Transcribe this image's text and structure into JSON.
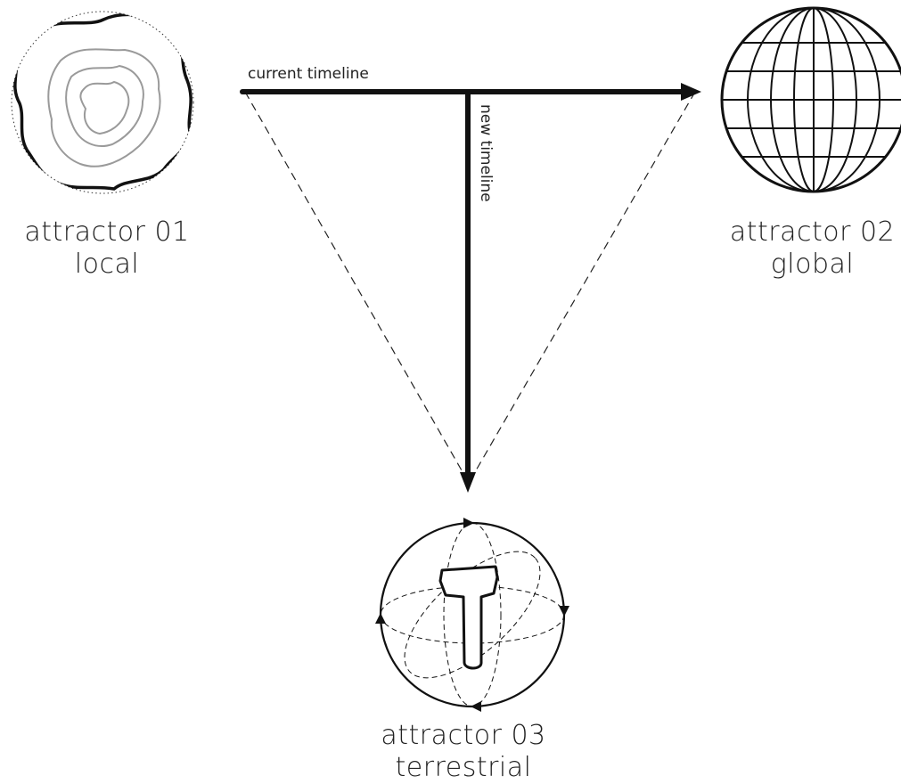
{
  "edges": {
    "current": {
      "label": "current timeline"
    },
    "new": {
      "label": "new timeline"
    }
  },
  "attractors": [
    {
      "id": "attractor-01",
      "line1": "attractor 01",
      "line2": "local",
      "icon": "topographic-map-icon"
    },
    {
      "id": "attractor-02",
      "line1": "attractor 02",
      "line2": "global",
      "icon": "globe-icon"
    },
    {
      "id": "attractor-03",
      "line1": "attractor 03",
      "line2": "terrestrial",
      "icon": "hammer-orbit-icon"
    }
  ],
  "colors": {
    "ink": "#111111",
    "contour": "#9a9a9a"
  }
}
